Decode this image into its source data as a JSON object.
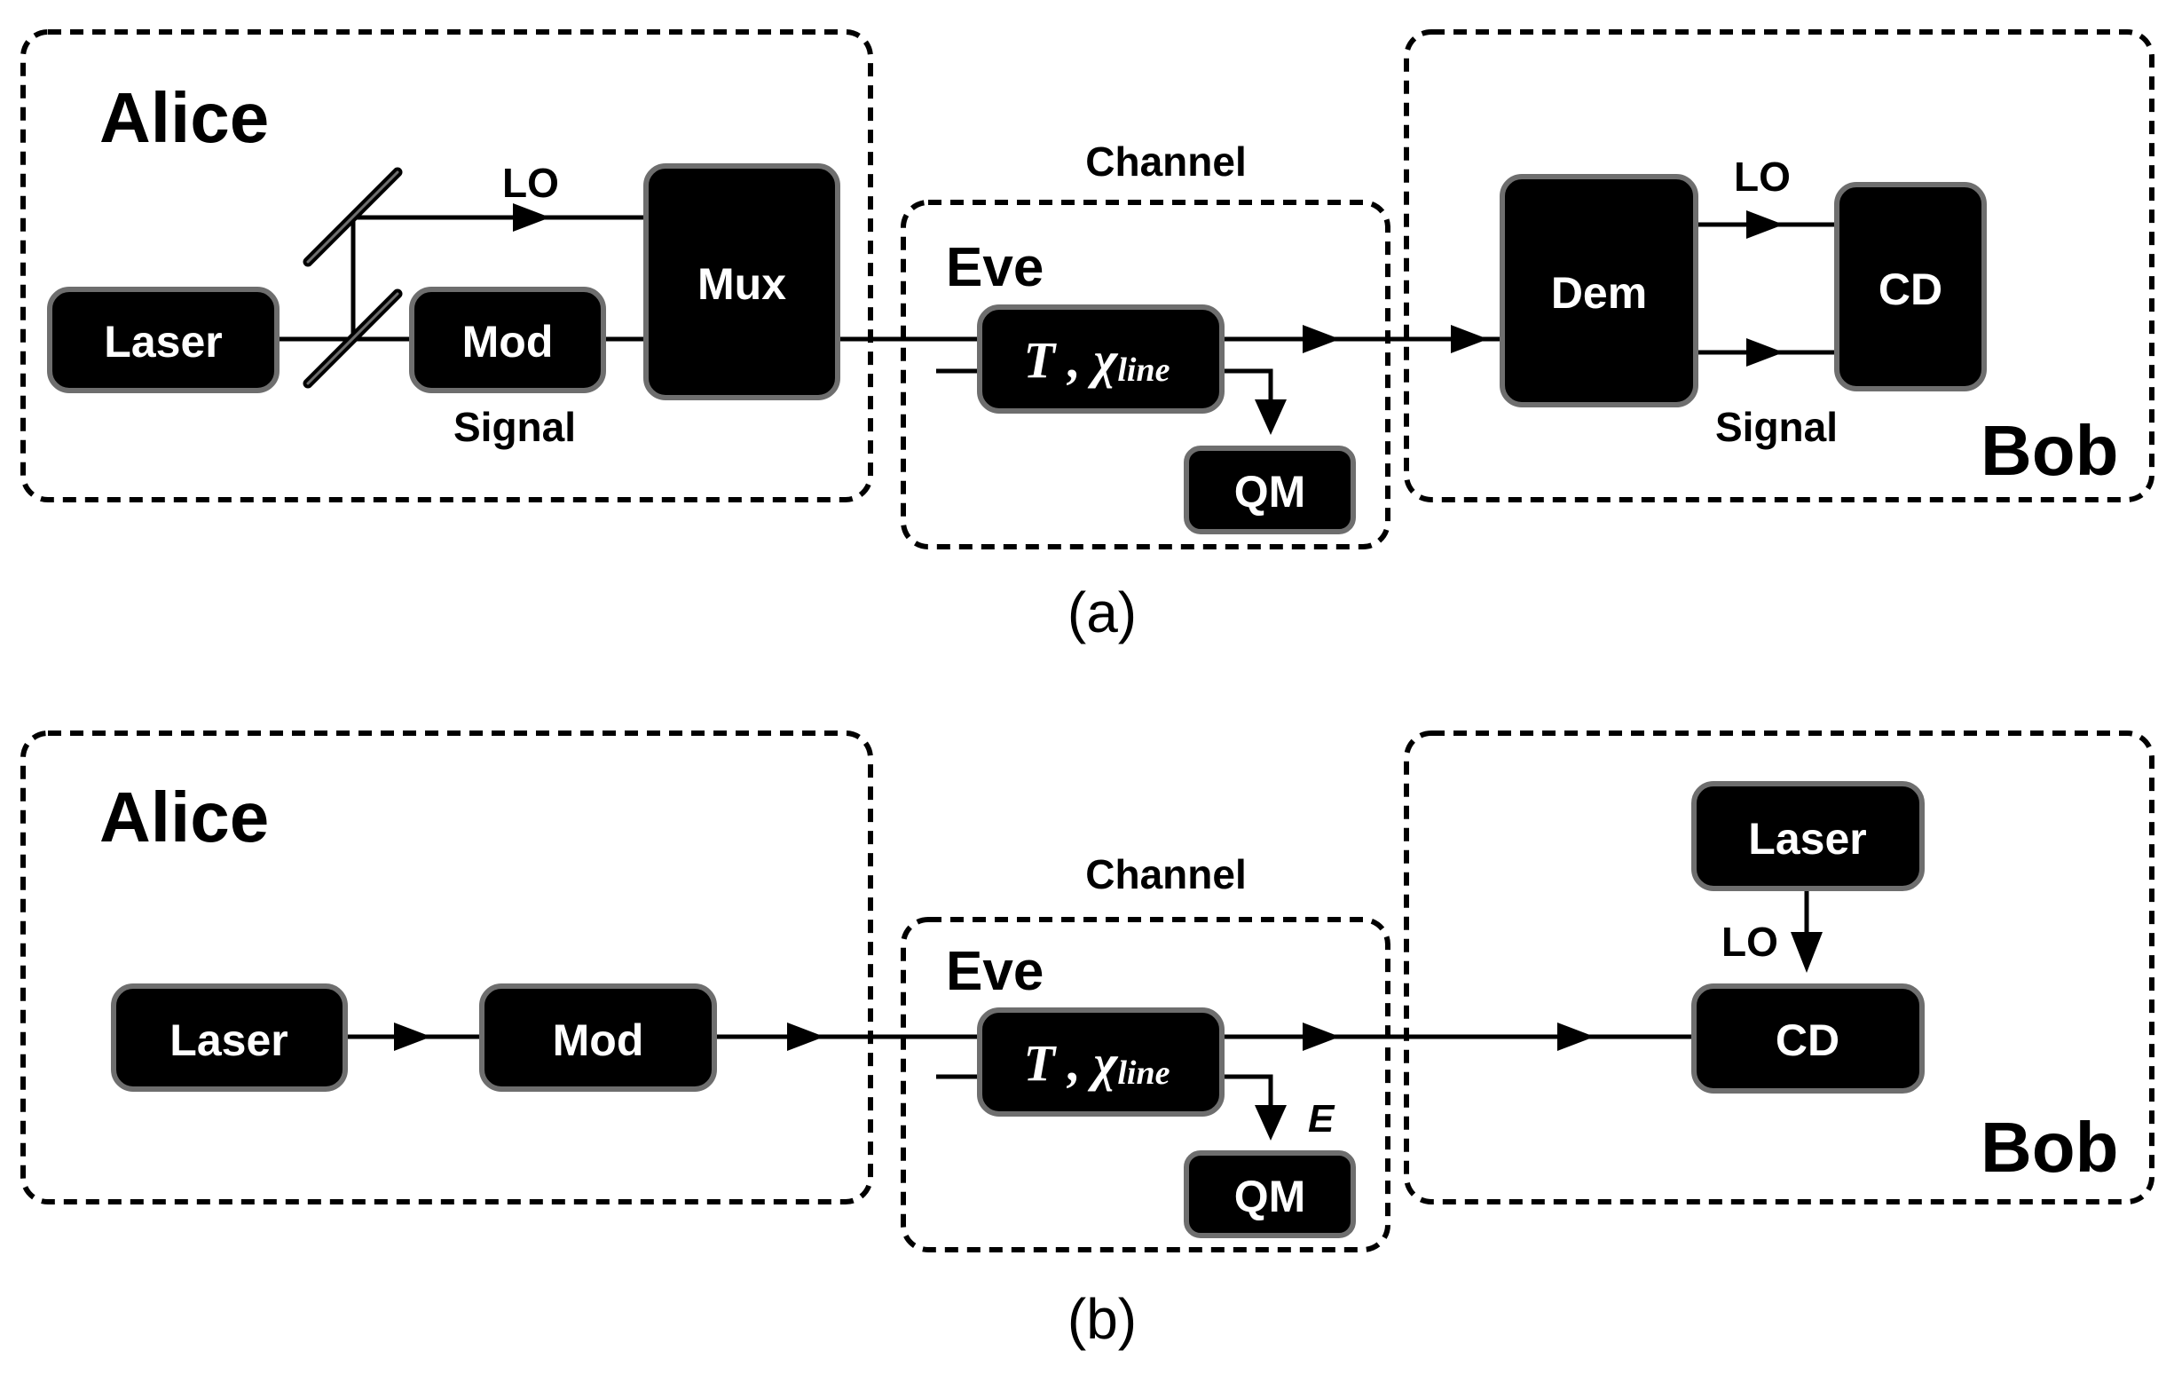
{
  "panel_a": {
    "caption": "(a)",
    "alice": "Alice",
    "bob": "Bob",
    "channel": "Channel",
    "eve": "Eve",
    "laser": "Laser",
    "mod": "Mod",
    "mux": "Mux",
    "dem": "Dem",
    "cd": "CD",
    "qm": "QM",
    "lo_alice": "LO",
    "signal_alice": "Signal",
    "lo_bob": "LO",
    "signal_bob": "Signal",
    "param_main": "T , χ",
    "param_sub": "line"
  },
  "panel_b": {
    "caption": "(b)",
    "alice": "Alice",
    "bob": "Bob",
    "channel": "Channel",
    "eve": "Eve",
    "laser_alice": "Laser",
    "mod": "Mod",
    "laser_bob": "Laser",
    "cd": "CD",
    "qm": "QM",
    "lo_bob": "LO",
    "e_label": "E",
    "param_main": "T , χ",
    "param_sub": "line"
  }
}
